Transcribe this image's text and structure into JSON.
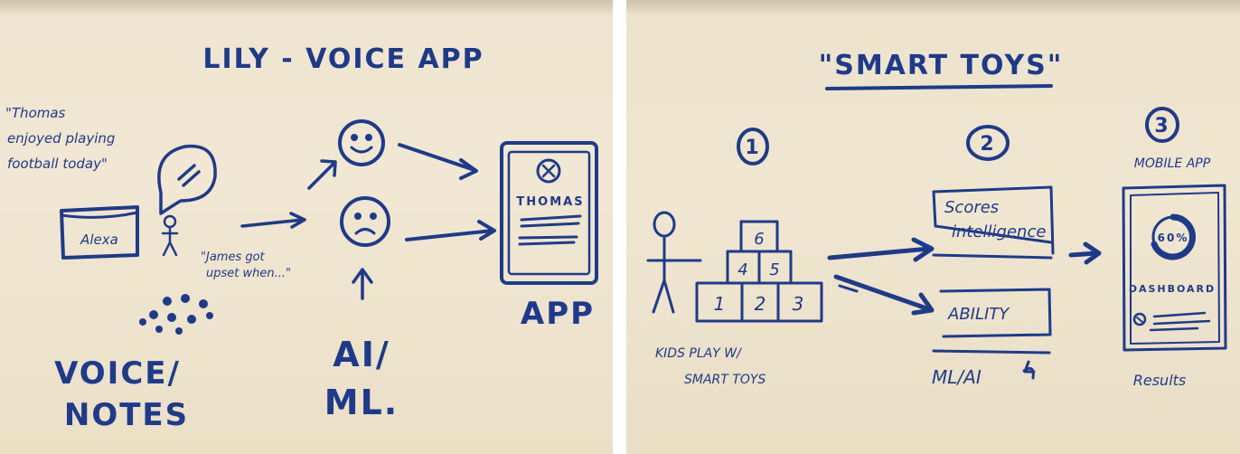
{
  "left": {
    "title": "LILY - VOICE APP",
    "quote_top": [
      "\"Thomas",
      "enjoyed playing",
      "football today\""
    ],
    "device_label": "Alexa",
    "quote_bottom": [
      "\"James got",
      "upset when...\""
    ],
    "ai_ml_label": [
      "AI/",
      "ML."
    ],
    "voice_notes_label": [
      "VOICE/",
      "NOTES"
    ],
    "app_name": "THOMAS",
    "app_label": "APP"
  },
  "right": {
    "title": "\"SMART TOYS\"",
    "step1": "1",
    "step2": "2",
    "step3": "3",
    "blocks": [
      "6",
      "4",
      "5",
      "1",
      "2",
      "3"
    ],
    "kids_label": [
      "KIDS PLAY W/",
      "SMART TOYS"
    ],
    "scores_box": [
      "Scores",
      "intelligence"
    ],
    "ability_box": "ABILITY",
    "ml_ai_label": "ML/AI",
    "mobile_app_label": "MOBILE APP",
    "gauge_value": "60%",
    "dashboard_label": "DASHBOARD",
    "results_label": "Results"
  },
  "colors": {
    "ink": "#1d3a8c",
    "paper": "#efe5cf"
  }
}
